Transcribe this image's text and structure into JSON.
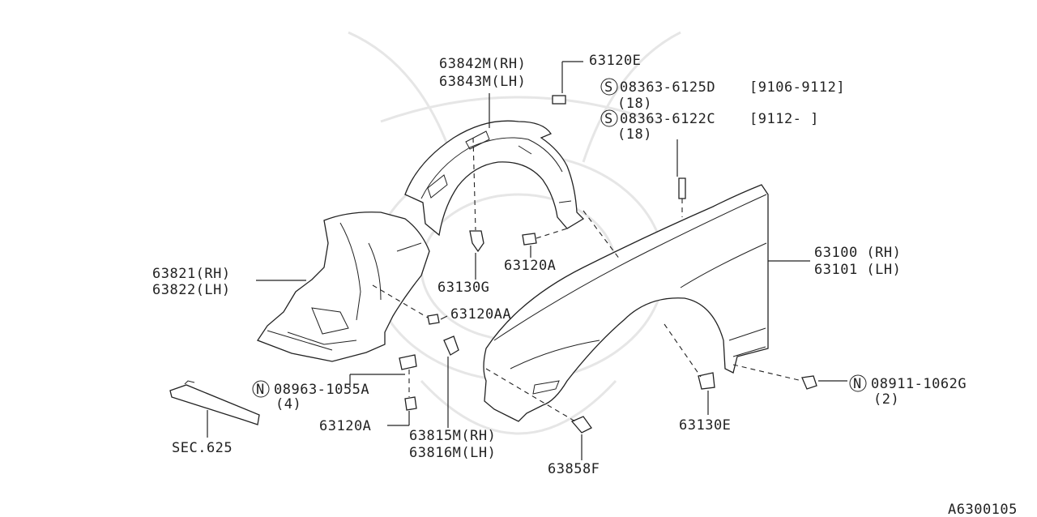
{
  "diagram_id": "A6300105",
  "labels": {
    "inner_fender_upper_rh": "63842M(RH)",
    "inner_fender_upper_lh": "63843M(LH)",
    "clip_top": "63120E",
    "screw_a_part": "08363-6125D",
    "screw_a_range": "[9106-9112]",
    "screw_a_qty": "(18)",
    "screw_b_part": "08363-6122C",
    "screw_b_range": "[9112-     ]",
    "screw_b_qty": "(18)",
    "fender_rh": "63100 (RH)",
    "fender_lh": "63101 (LH)",
    "inner_fender_lower_rh": "63821(RH)",
    "inner_fender_lower_lh": "63822(LH)",
    "clip_g": "63130G",
    "screw_120a_upper": "63120A",
    "screw_120aa": "63120AA",
    "nut_a_part": "08963-1055A",
    "nut_a_qty": "(4)",
    "screw_120a_lower": "63120A",
    "bracket_rh": "63815M(RH)",
    "bracket_lh": "63816M(LH)",
    "clip_858f": "63858F",
    "clip_130e": "63130E",
    "nut_b_part": "08911-1062G",
    "nut_b_qty": "(2)",
    "sec_ref": "SEC.625",
    "prefix_s": "S",
    "prefix_n": "N"
  }
}
